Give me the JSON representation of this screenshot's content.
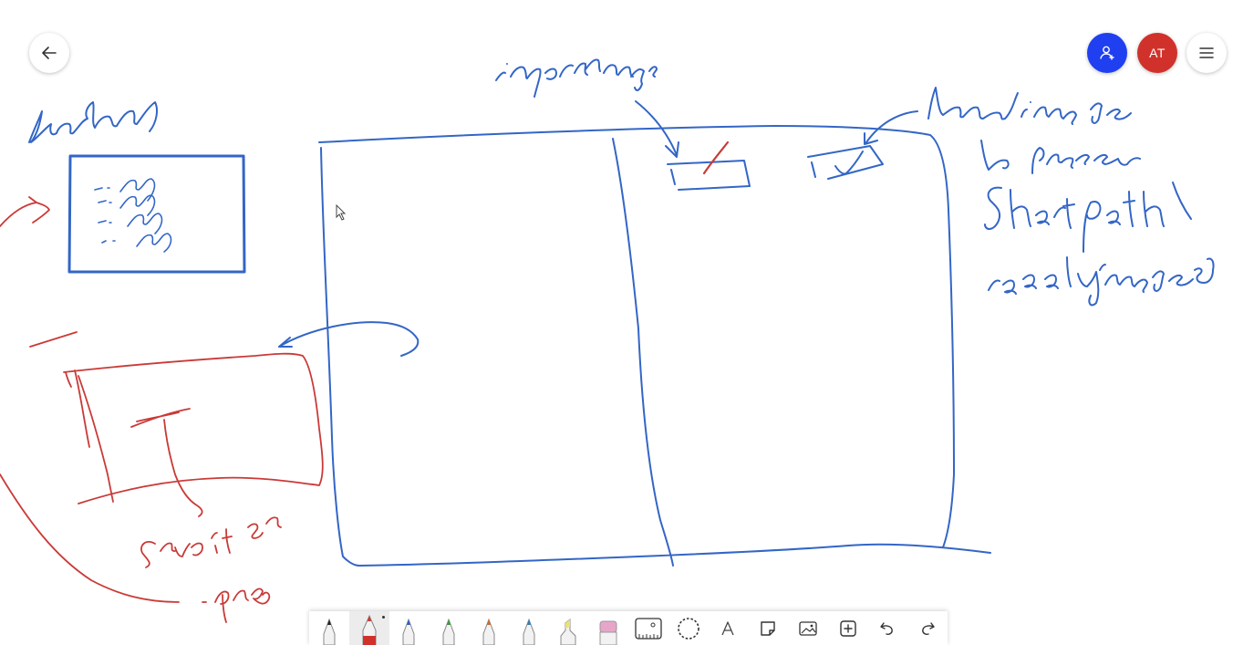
{
  "user": {
    "initials": "AT",
    "avatar_color": "#d0322b"
  },
  "colors": {
    "ink_blue": "#3366c6",
    "ink_red": "#c93a37",
    "accent": "#1f3ff0"
  },
  "header": {
    "back_icon": "arrow-left-icon",
    "invite_icon": "add-person-icon",
    "menu_icon": "hamburger-menu-icon"
  },
  "toolbar": {
    "active_tool": "red-pen",
    "tools": [
      {
        "name": "black-pen",
        "color": "#222222"
      },
      {
        "name": "red-pen",
        "color": "#d0322b"
      },
      {
        "name": "blue-pen",
        "color": "#2f5fc8"
      },
      {
        "name": "green-pen",
        "color": "#3a9a3a"
      },
      {
        "name": "orange-pen",
        "color": "#d06a2a"
      },
      {
        "name": "teal-pen",
        "color": "#2f7fb8"
      },
      {
        "name": "highlighter",
        "color": "#e9e27a"
      },
      {
        "name": "eraser",
        "color": "#e7a6c9"
      },
      {
        "name": "ruler",
        "icon": "ruler-icon"
      },
      {
        "name": "lasso-select",
        "icon": "lasso-icon"
      },
      {
        "name": "text",
        "icon": "text-icon"
      },
      {
        "name": "sticky-note",
        "icon": "note-icon"
      },
      {
        "name": "image",
        "icon": "image-icon"
      },
      {
        "name": "add",
        "icon": "plus-box-icon"
      },
      {
        "name": "undo",
        "icon": "undo-icon"
      },
      {
        "name": "redo",
        "icon": "redo-icon"
      }
    ]
  }
}
